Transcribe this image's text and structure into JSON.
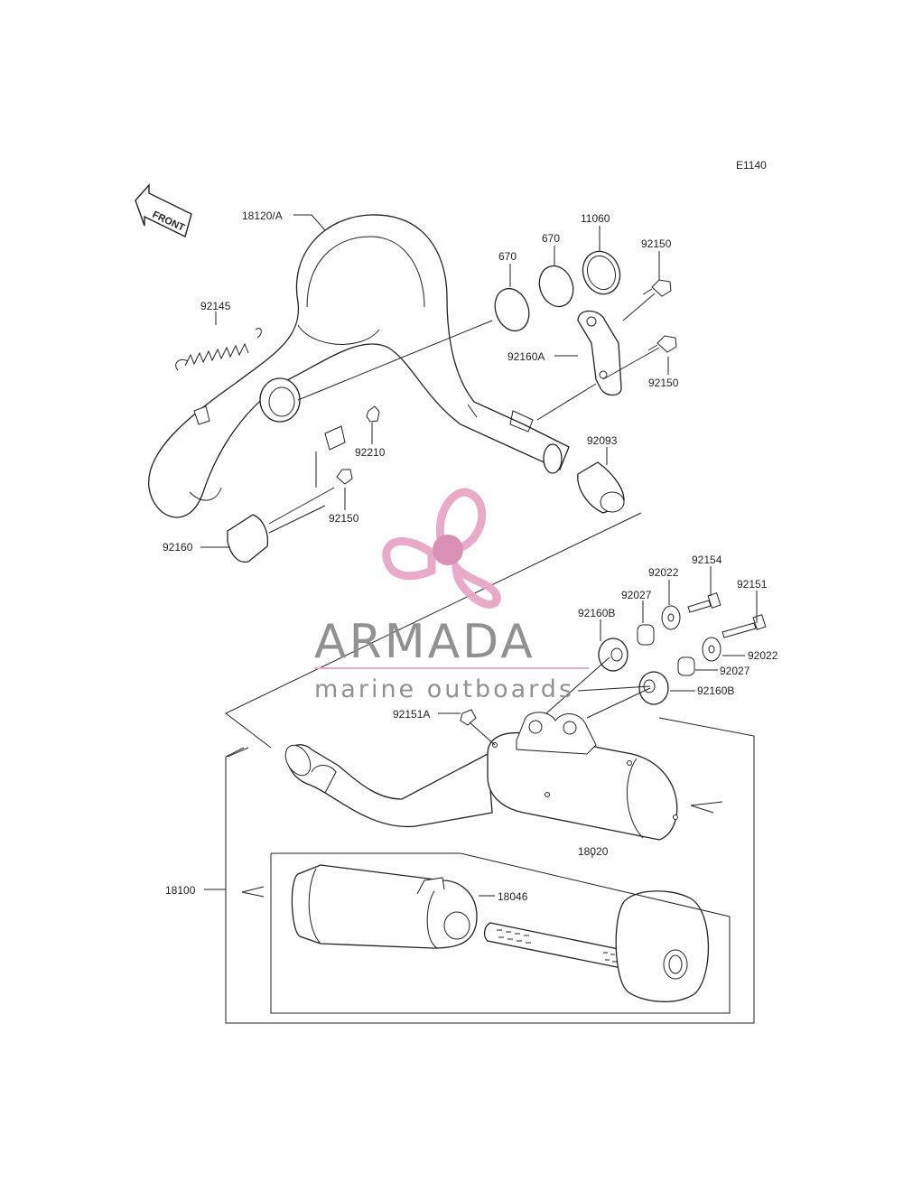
{
  "diagram": {
    "code": "E1140",
    "front_label": "FRONT"
  },
  "watermark": {
    "brand": "ARMADA",
    "tagline": "marine outboards",
    "colors": {
      "logo": "#e8a6c6",
      "logo_center": "#d98bb0",
      "text": "#8c8c8c"
    }
  },
  "callouts": {
    "p18120A": "18120/A",
    "p670a": "670",
    "p670b": "670",
    "p11060": "11060",
    "p92150a": "92150",
    "p92145": "92145",
    "p92160A": "92160A",
    "p92150b": "92150",
    "p92210": "92210",
    "p92093": "92093",
    "p92150c": "92150",
    "p92160": "92160",
    "p92154": "92154",
    "p92022a": "92022",
    "p92151": "92151",
    "p92027a": "92027",
    "p92160Ba": "92160B",
    "p92022b": "92022",
    "p92027b": "92027",
    "p92160Bb": "92160B",
    "p92151A": "92151A",
    "p18020": "18020",
    "p18100": "18100",
    "p18046": "18046"
  }
}
